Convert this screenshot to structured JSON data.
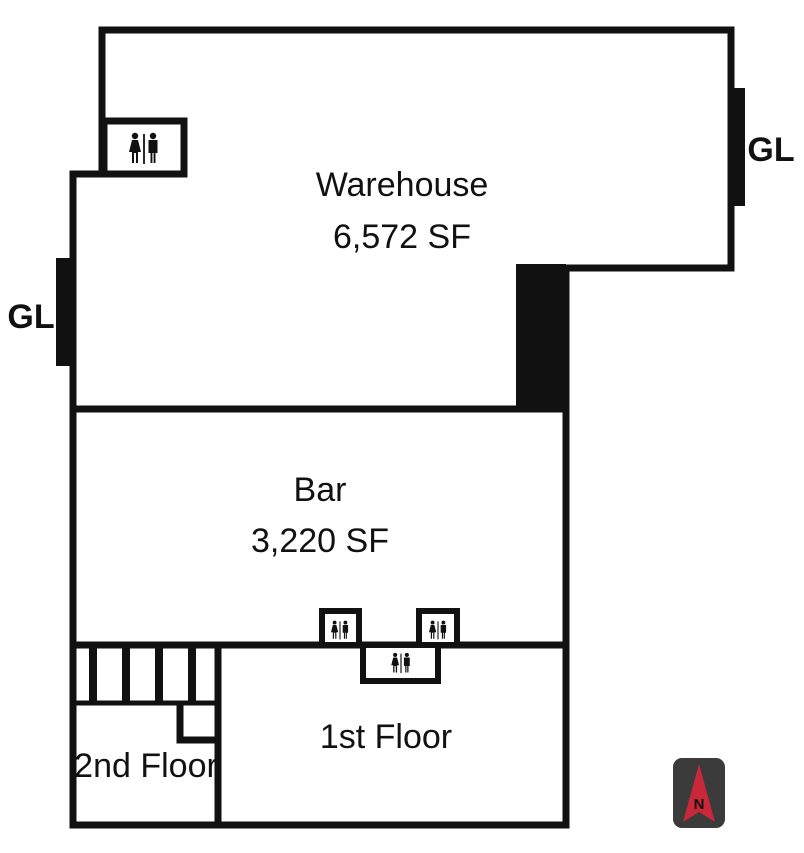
{
  "rooms": {
    "warehouse": {
      "name": "Warehouse",
      "area": "6,572 SF"
    },
    "bar": {
      "name": "Bar",
      "area": "3,220 SF"
    },
    "first_floor": {
      "name": "1st Floor"
    },
    "second_floor": {
      "name": "2nd Floor"
    }
  },
  "labels": {
    "gl_east": "GL",
    "gl_west": "GL"
  },
  "compass": {
    "letter": "N"
  },
  "icons": {
    "restroom": "restroom-icon",
    "compass": "north-arrow-icon"
  },
  "colors": {
    "wall": "#111111",
    "compass_bg": "#3b3b3b",
    "compass_arrow": "#c8283a"
  }
}
